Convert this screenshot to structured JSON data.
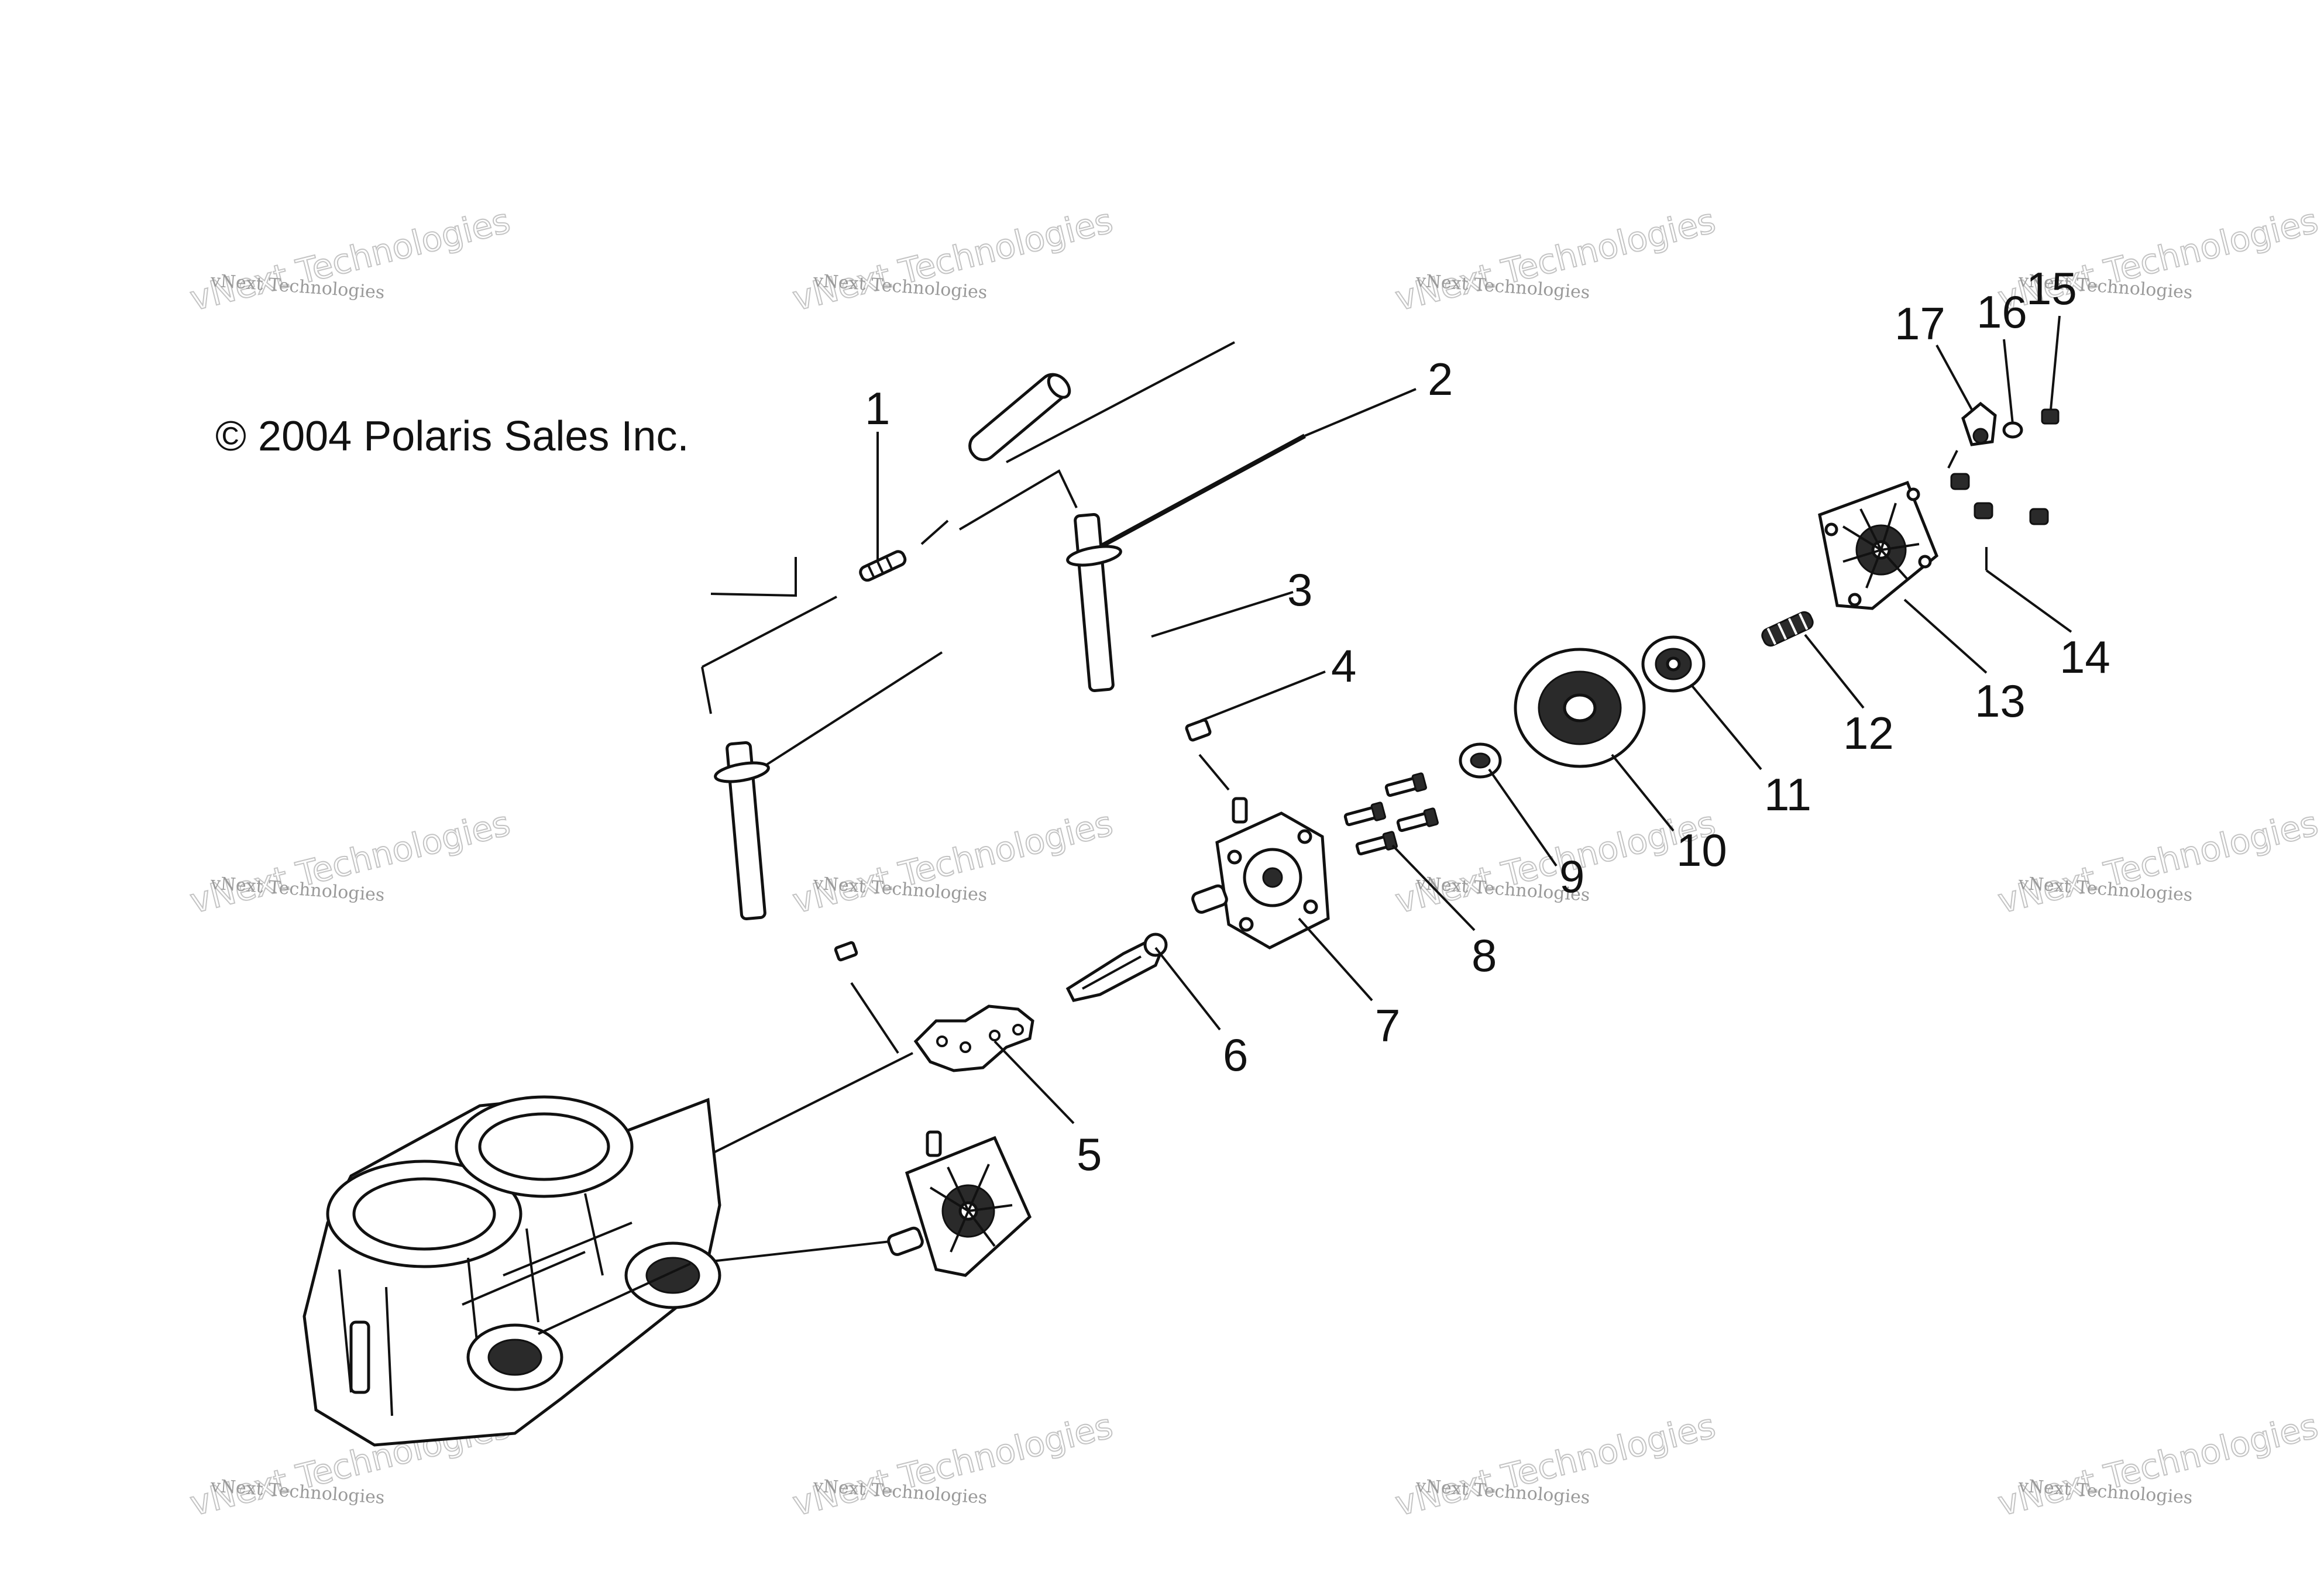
{
  "copyright": "© 2004 Polaris Sales Inc.",
  "watermark": {
    "small": "vNext Technologies",
    "large": "vNext Technologies"
  },
  "callouts": [
    "1",
    "2",
    "3",
    "4",
    "5",
    "6",
    "7",
    "8",
    "9",
    "10",
    "11",
    "12",
    "13",
    "14",
    "15",
    "16",
    "17"
  ],
  "colors": {
    "ink": "#111111",
    "watermark": "#9a9a9a"
  }
}
